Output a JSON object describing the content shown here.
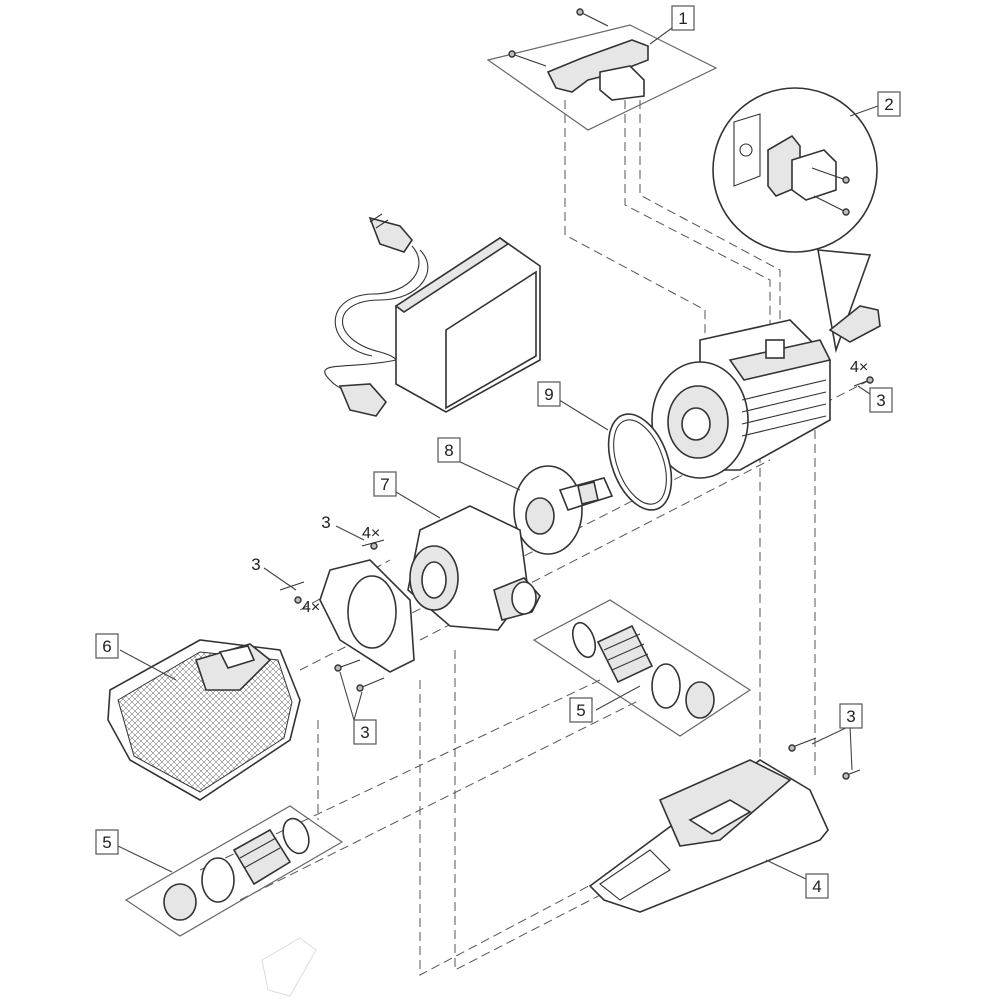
{
  "callouts": {
    "c1": "1",
    "c2": "2",
    "c3_right": "3",
    "c4": "4",
    "c5_right": "5",
    "c5_left": "5",
    "c6": "6",
    "c7": "7",
    "c8": "8",
    "c9": "9",
    "c3_left_top": "3",
    "c3_left_mid": "3",
    "c3_bottom_left": "3",
    "c3_bottom_right": "3"
  },
  "quantities": {
    "q_right": "4×",
    "q_left_top": "4×",
    "q_left_mid": "4×"
  },
  "colors": {
    "line": "#333333",
    "fill_light": "#e6e6e6"
  }
}
